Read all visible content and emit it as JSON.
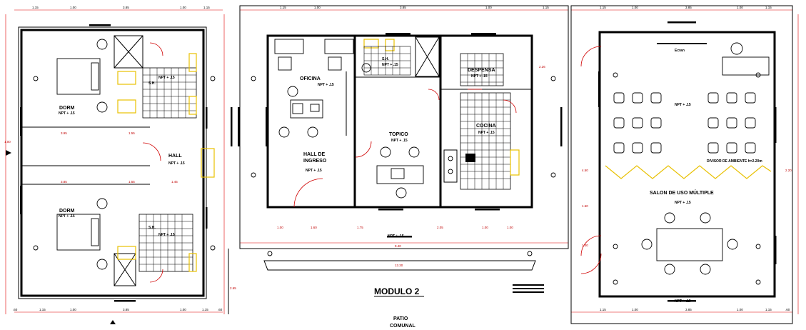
{
  "title": "MODULO 2",
  "patio": [
    "PATIO",
    "COMUNAL"
  ],
  "level": "NPT + .15",
  "rooms": {
    "dorm1": "DORM",
    "dorm2": "DORM",
    "hall": "HALL",
    "sshh": "S.H.",
    "oficina": "OFICINA",
    "hall_ingreso": [
      "HALL DE",
      "INGRESO"
    ],
    "sh_center": "S.H.",
    "topico": "TOPICO",
    "despensa": "DESPENSA",
    "cocina": "COCINA",
    "salon": "SALON DE USO MÚLTIPLE",
    "ecran": "Ecran",
    "divisor": "DIVISOR DE AMBIENTE h=2.20m"
  },
  "dims_top_left": [
    "1.15",
    "1.00",
    "3.85",
    "1.00",
    "1.15"
  ],
  "dims_top_center": [
    "1.15",
    "1.00",
    "3.85",
    "1.00",
    "1.15"
  ],
  "dims_top_right": [
    "1.15",
    "1.00",
    "3.85",
    "1.00",
    "1.15"
  ],
  "dims_bottom_left": [
    ".60",
    "1.15",
    "1.00",
    "3.85",
    "1.00",
    "1.15",
    ".60"
  ],
  "dims_bottom_right": [
    "1.15",
    "1.00",
    "3.85",
    "1.00",
    "1.15",
    ".60"
  ],
  "dims_total": [
    "9.40",
    "13.30"
  ],
  "dims_misc": [
    "3.95",
    "1.55",
    "1.95",
    "3.85",
    "1.55",
    "1.45",
    "1.00",
    "1.60",
    "1.75",
    "2.05",
    "1.00",
    "1.00",
    "2.26",
    "2.65",
    "4.50",
    "1.60",
    "1.00",
    "2.20",
    "1.15",
    "1.60"
  ]
}
